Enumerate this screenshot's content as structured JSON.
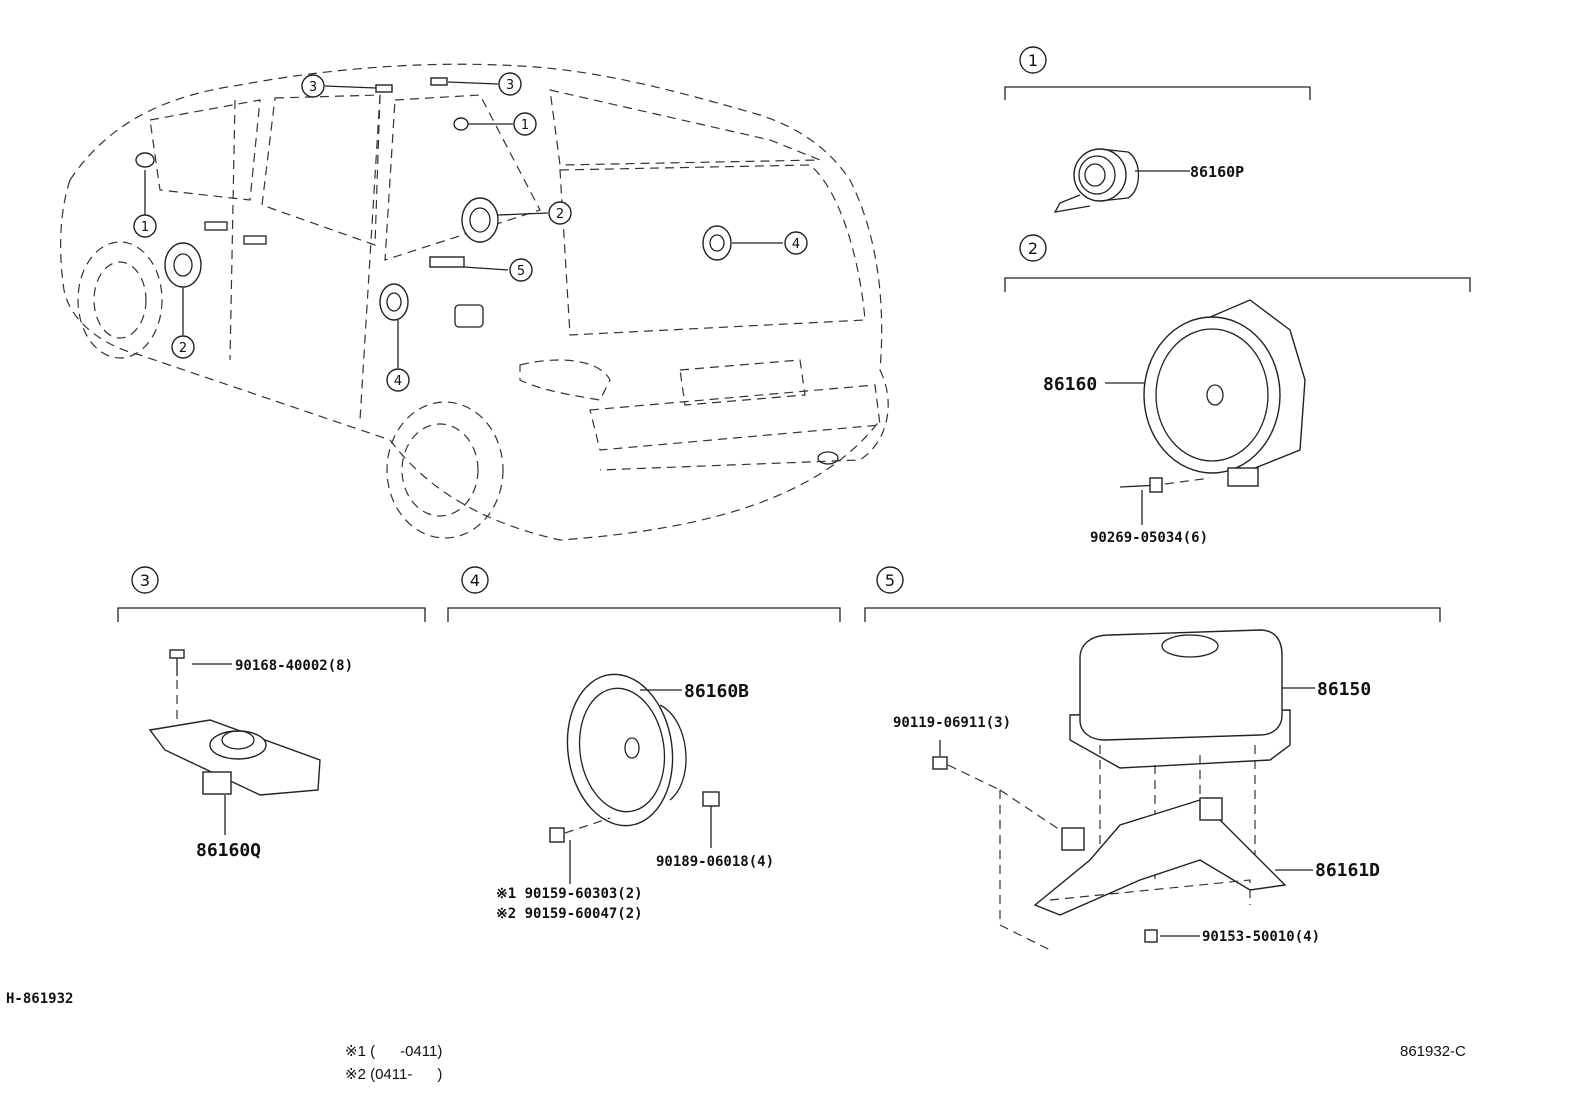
{
  "diagram": {
    "overview_callouts": {
      "c1a": "1",
      "c1b": "1",
      "c2a": "2",
      "c2b": "2",
      "c3a": "3",
      "c3b": "3",
      "c4a": "4",
      "c4b": "4",
      "c5": "5"
    },
    "sections": [
      {
        "number": "1",
        "parts": [
          "86160P"
        ]
      },
      {
        "number": "2",
        "parts": [
          "86160",
          "90269-05034(6)"
        ]
      },
      {
        "number": "3",
        "parts": [
          "90168-40002(8)",
          "86160Q"
        ]
      },
      {
        "number": "4",
        "parts": [
          "86160B",
          "90189-06018(4)",
          "※1 90159-60303(2)",
          "※2 90159-60047(2)"
        ]
      },
      {
        "number": "5",
        "parts": [
          "86150",
          "90119-06911(3)",
          "86161D",
          "90153-50010(4)"
        ]
      }
    ],
    "reference_id": "H-861932",
    "drawing_code": "861932-C",
    "notes": [
      "※1 (      -0411)",
      "※2 (0411-      )"
    ]
  }
}
